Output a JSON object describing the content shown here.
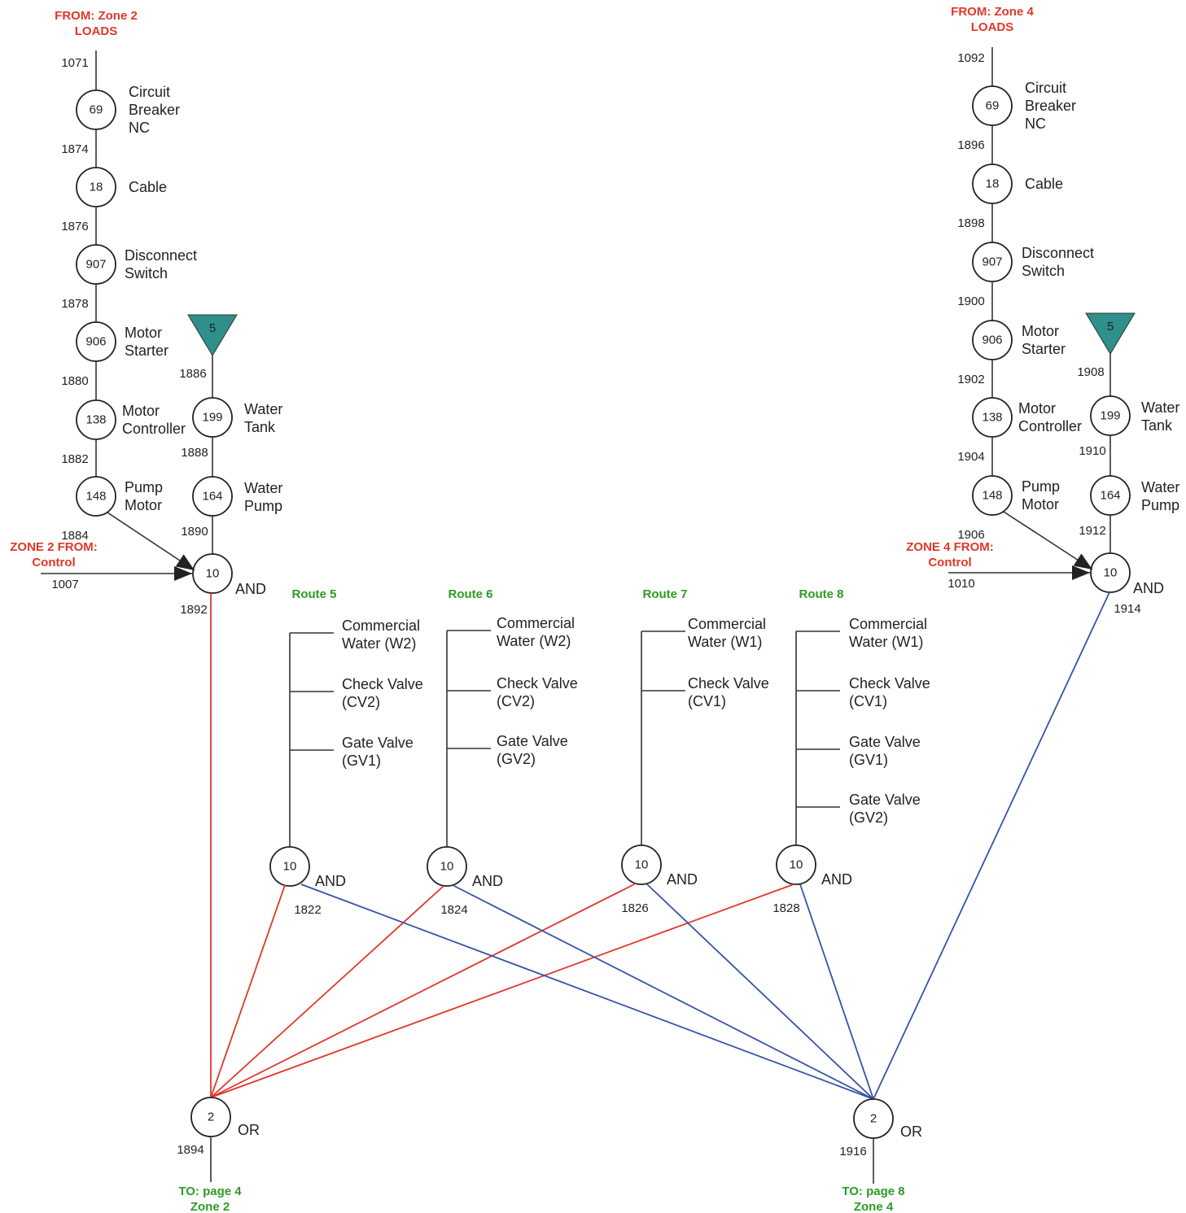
{
  "colors": {
    "red": "#e0372a",
    "green": "#2e9b25",
    "blue": "#3554a5",
    "teal": "#2f8f8a",
    "line": "#333333"
  },
  "zone2": {
    "title": [
      "FROM: Zone 2",
      "LOADS"
    ],
    "top_id": "1071",
    "events": [
      {
        "num": "69",
        "label": [
          "Circuit",
          "Breaker",
          "NC"
        ],
        "id_below": "1874"
      },
      {
        "num": "18",
        "label": [
          "Cable"
        ],
        "id_below": "1876"
      },
      {
        "num": "907",
        "label": [
          "Disconnect",
          "Switch"
        ],
        "id_below": "1878"
      },
      {
        "num": "906",
        "label": [
          "Motor",
          "Starter"
        ],
        "id_below": "1880"
      },
      {
        "num": "138",
        "label": [
          "Motor",
          "Controller"
        ],
        "id_below": "1882"
      },
      {
        "num": "148",
        "label": [
          "Pump",
          "Motor"
        ],
        "id_below": "1884"
      }
    ],
    "transfer": "5",
    "transfer_id": "1886",
    "water_events": [
      {
        "num": "199",
        "label": [
          "Water",
          "Tank"
        ],
        "id_below": "1888"
      },
      {
        "num": "164",
        "label": [
          "Water",
          "Pump"
        ],
        "id_below": "1890"
      }
    ],
    "control_title": [
      "ZONE 2 FROM:",
      "Control"
    ],
    "control_id": "1007",
    "and_num": "10",
    "and_label": "AND",
    "and_id": "1892",
    "or_num": "2",
    "or_label": "OR",
    "or_id": "1894",
    "to_title": [
      "TO: page 4",
      "Zone 2"
    ]
  },
  "zone4": {
    "title": [
      "FROM: Zone 4",
      "LOADS"
    ],
    "top_id": "1092",
    "events": [
      {
        "num": "69",
        "label": [
          "Circuit",
          "Breaker",
          "NC"
        ],
        "id_below": "1896"
      },
      {
        "num": "18",
        "label": [
          "Cable"
        ],
        "id_below": "1898"
      },
      {
        "num": "907",
        "label": [
          "Disconnect",
          "Switch"
        ],
        "id_below": "1900"
      },
      {
        "num": "906",
        "label": [
          "Motor",
          "Starter"
        ],
        "id_below": "1902"
      },
      {
        "num": "138",
        "label": [
          "Motor",
          "Controller"
        ],
        "id_below": "1904"
      },
      {
        "num": "148",
        "label": [
          "Pump",
          "Motor"
        ],
        "id_below": "1906"
      }
    ],
    "transfer": "5",
    "transfer_id": "1908",
    "water_events": [
      {
        "num": "199",
        "label": [
          "Water",
          "Tank"
        ],
        "id_below": "1910"
      },
      {
        "num": "164",
        "label": [
          "Water",
          "Pump"
        ],
        "id_below": "1912"
      }
    ],
    "control_title": [
      "ZONE 4 FROM:",
      "Control"
    ],
    "control_id": "1010",
    "and_num": "10",
    "and_label": "AND",
    "and_id": "1914",
    "or_num": "2",
    "or_label": "OR",
    "or_id": "1916",
    "to_title": [
      "TO: page 8",
      "Zone 4"
    ]
  },
  "routes": [
    {
      "title": "Route 5",
      "items": [
        [
          "Commercial",
          "Water (W2)"
        ],
        [
          "Check Valve",
          "(CV2)"
        ],
        [
          "Gate Valve",
          "(GV1)"
        ]
      ],
      "gate_num": "10",
      "gate_label": "AND",
      "gate_id": "1822"
    },
    {
      "title": "Route 6",
      "items": [
        [
          "Commercial",
          "Water (W2)"
        ],
        [
          "Check Valve",
          "(CV2)"
        ],
        [
          "Gate Valve",
          "(GV2)"
        ]
      ],
      "gate_num": "10",
      "gate_label": "AND",
      "gate_id": "1824"
    },
    {
      "title": "Route 7",
      "items": [
        [
          "Commercial",
          "Water (W1)"
        ],
        [
          "Check Valve",
          "(CV1)"
        ]
      ],
      "gate_num": "10",
      "gate_label": "AND",
      "gate_id": "1826"
    },
    {
      "title": "Route 8",
      "items": [
        [
          "Commercial",
          "Water (W1)"
        ],
        [
          "Check Valve",
          "(CV1)"
        ],
        [
          "Gate Valve",
          "(GV1)"
        ],
        [
          "Gate Valve",
          "(GV2)"
        ]
      ],
      "gate_num": "10",
      "gate_label": "AND",
      "gate_id": "1828"
    }
  ]
}
